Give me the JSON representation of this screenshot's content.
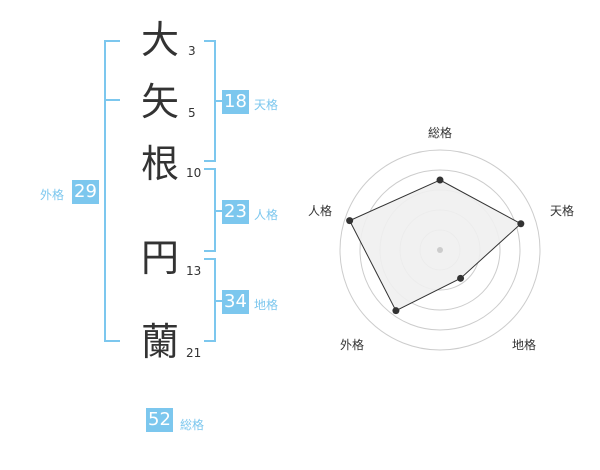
{
  "name": {
    "chars": [
      {
        "char": "大",
        "strokes": "3"
      },
      {
        "char": "矢",
        "strokes": "5"
      },
      {
        "char": "根",
        "strokes": "10"
      },
      {
        "char": "円",
        "strokes": "13"
      },
      {
        "char": "蘭",
        "strokes": "21"
      }
    ]
  },
  "fortune": {
    "tenkaku": {
      "value": "18",
      "label": "天格"
    },
    "jinkaku": {
      "value": "23",
      "label": "人格"
    },
    "chikaku": {
      "value": "34",
      "label": "地格"
    },
    "gaikaku": {
      "value": "29",
      "label": "外格"
    },
    "soukaku": {
      "value": "52",
      "label": "総格"
    }
  },
  "colors": {
    "accent": "#7cc7ee",
    "text": "#333333",
    "radar_fill": "#efefef",
    "radar_ring": "#cccccc"
  },
  "chart_data": {
    "type": "radar",
    "axes": [
      "総格",
      "天格",
      "地格",
      "外格",
      "人格"
    ],
    "values": [
      0.7,
      0.85,
      0.35,
      0.75,
      0.95
    ],
    "max": 1
  }
}
